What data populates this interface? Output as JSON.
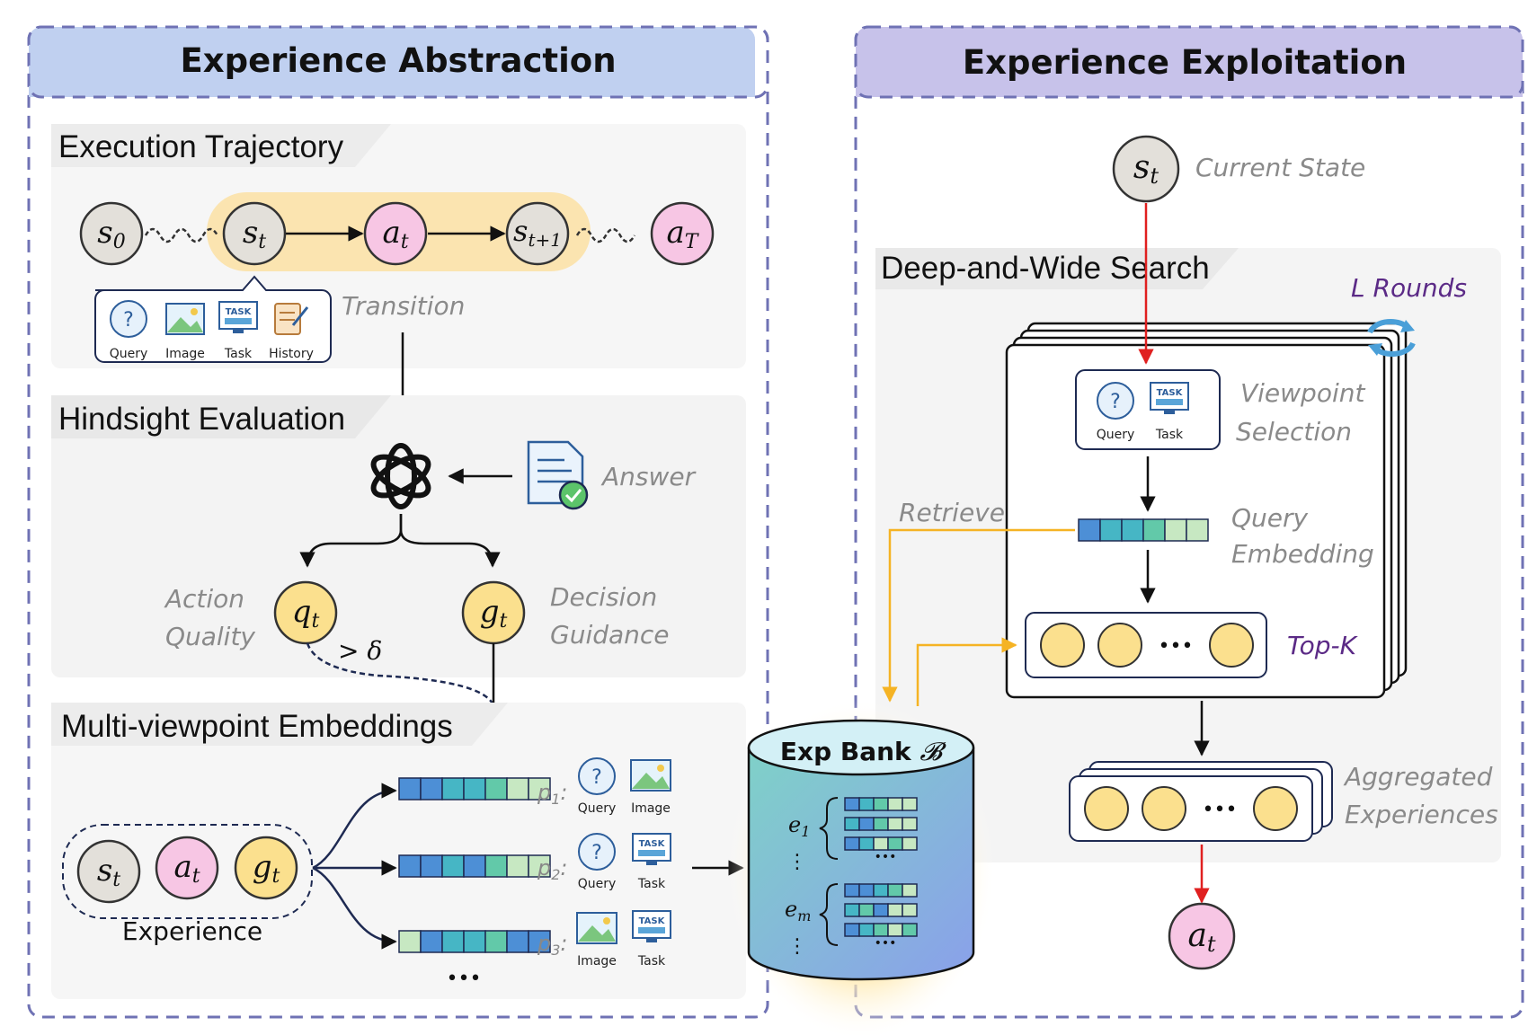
{
  "panels": {
    "abstraction_title": "Experience Abstraction",
    "exploitation_title": "Experience Exploitation"
  },
  "sections": {
    "execution_trajectory": "Execution Trajectory",
    "hindsight_evaluation": "Hindsight Evaluation",
    "multi_viewpoint": "Multi-viewpoint Embeddings",
    "deep_wide_search": "Deep-and-Wide Search"
  },
  "trajectory": {
    "nodes": [
      "s",
      "s",
      "a",
      "s",
      "a"
    ],
    "subscripts": [
      "0",
      "t",
      "t",
      "t+1",
      "T"
    ],
    "transition_label": "Transition",
    "inputs": [
      "Query",
      "Image",
      "Task",
      "History"
    ]
  },
  "hindsight": {
    "answer_label": "Answer",
    "q_node": "q",
    "q_sub": "t",
    "g_node": "g",
    "g_sub": "t",
    "action_quality": [
      "Action",
      "Quality"
    ],
    "decision_guidance": [
      "Decision",
      "Guidance"
    ],
    "threshold": "> δ"
  },
  "embeddings": {
    "experience_label": "Experience",
    "experience_nodes": [
      "s",
      "a",
      "g"
    ],
    "experience_subs": [
      "t",
      "t",
      "t"
    ],
    "viewpoints": [
      {
        "p": "p",
        "sub": "1",
        "items": [
          "Query",
          "Image"
        ]
      },
      {
        "p": "p",
        "sub": "2",
        "items": [
          "Query",
          "Task"
        ]
      },
      {
        "p": "p",
        "sub": "3",
        "items": [
          "Image",
          "Task"
        ]
      }
    ],
    "ellipsis": "•••"
  },
  "bank": {
    "title": "Exp Bank ",
    "symbol": "𝓑",
    "e1": "e",
    "e1_sub": "1",
    "em": "e",
    "em_sub": "m",
    "vdots": "⋮",
    "dots": "•••"
  },
  "exploitation": {
    "state_node": "s",
    "state_sub": "t",
    "current_state": "Current State",
    "l_rounds": "L Rounds",
    "viewpoint_selection": [
      "Viewpoint",
      "Selection"
    ],
    "viewpoint_inputs": [
      "Query",
      "Task"
    ],
    "retrieve": "Retrieve",
    "query_embedding": [
      "Query",
      "Embedding"
    ],
    "top_k": "Top-K",
    "aggregated": [
      "Aggregated",
      "Experiences"
    ],
    "action_node": "a",
    "action_sub": "t",
    "dots": "•••"
  },
  "colors": {
    "abstraction_header": "#c0d0f0",
    "exploitation_header": "#c7c2ea",
    "state_fill": "#e3e0da",
    "action_fill": "#f7c6e4",
    "goal_fill": "#fbe08e",
    "highlight": "#fbe4b0",
    "retrieve_line": "#f5b324",
    "red_arrow": "#e02020",
    "bank_top": "#d3f0f6",
    "bank_body": "#8cbfe2"
  }
}
